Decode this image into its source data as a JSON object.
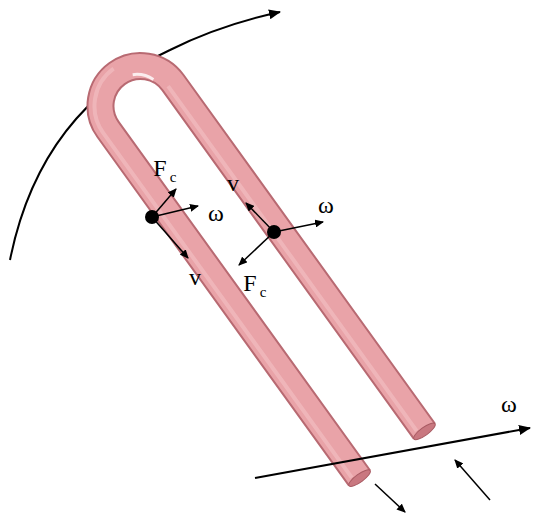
{
  "diagram": {
    "labels": [
      "F",
      "c",
      "ω",
      "v",
      "v",
      "ω",
      "F",
      "c",
      "ω"
    ]
  }
}
